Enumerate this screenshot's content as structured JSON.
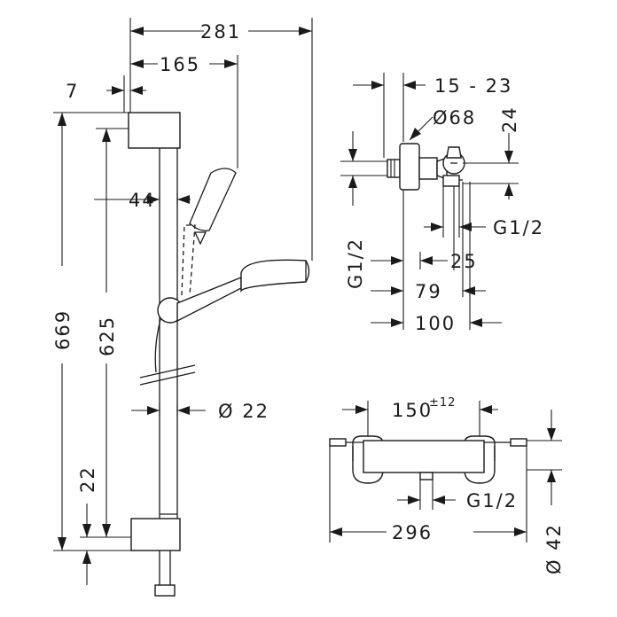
{
  "dimensions": {
    "bar_total_width": "281",
    "handshower_offset": "165",
    "bracket_depth": "7",
    "bar_offset": "44",
    "height_total": "669",
    "height_rail": "625",
    "bottom_gap": "22",
    "bar_diameter": "Ø 22",
    "connector_range": "15 - 23",
    "rosette_diameter": "Ø68",
    "valve_height": "24",
    "thread_right": "G1/2",
    "thread_left": "G1/2",
    "offset_25": "25",
    "offset_79": "79",
    "offset_100": "100",
    "centre_distance": "150",
    "centre_tolerance": "±12",
    "thread_bottom": "G1/2",
    "mixer_length": "296",
    "mixer_diameter": "Ø 42"
  }
}
